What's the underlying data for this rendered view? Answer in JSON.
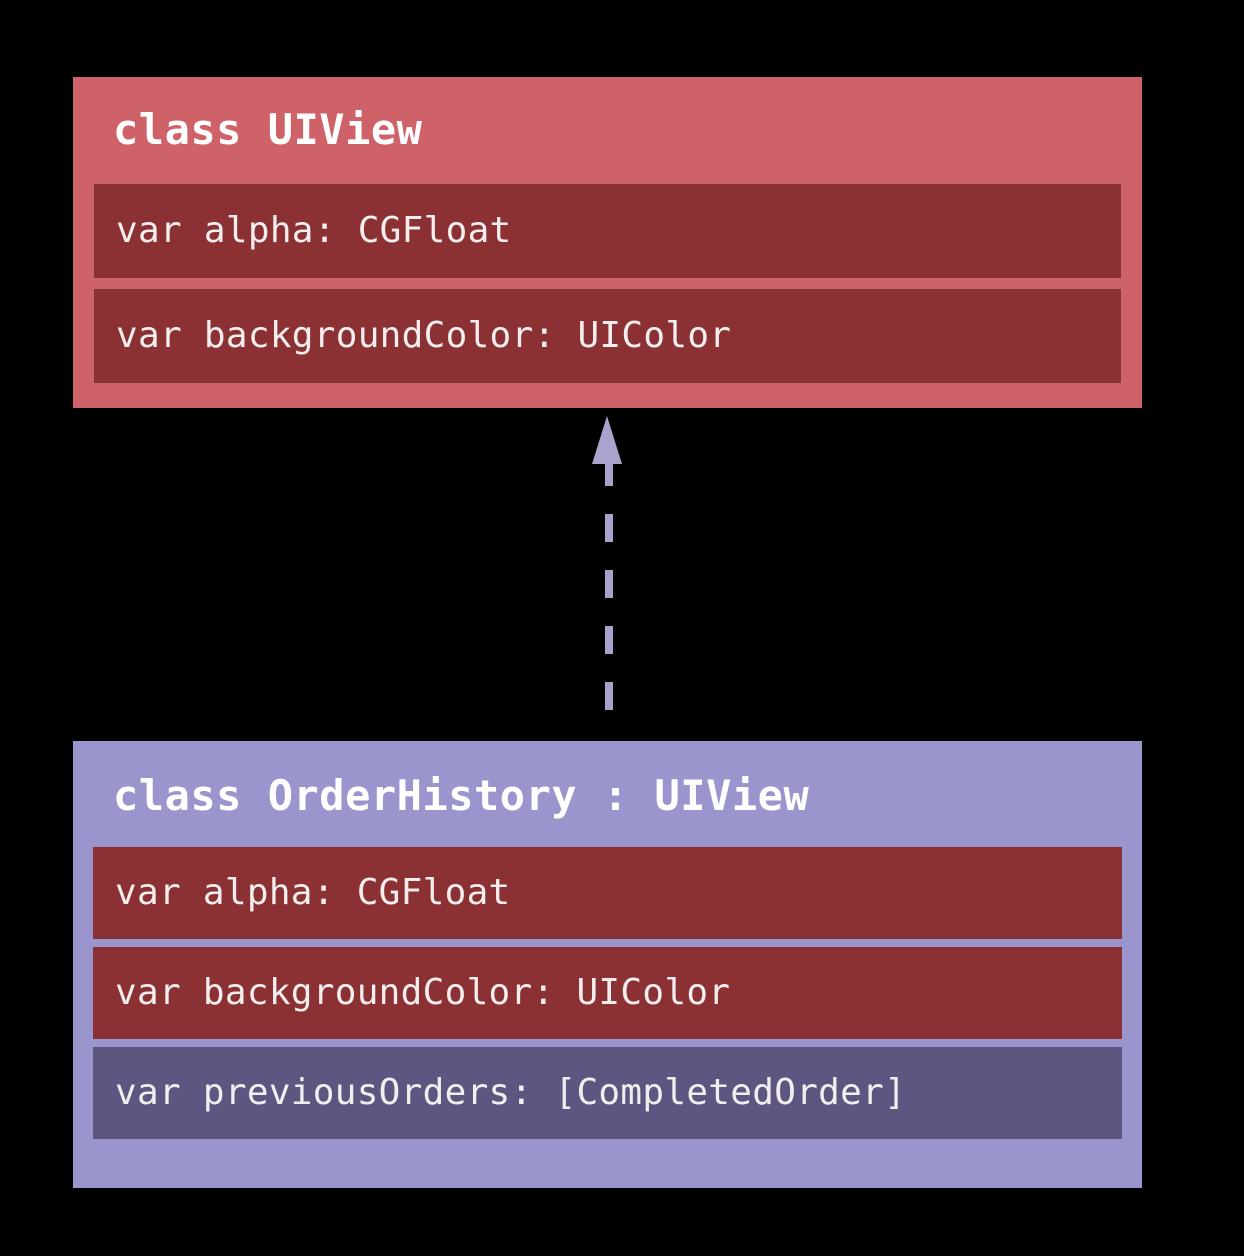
{
  "diagram": {
    "background_color": "#000000",
    "type": "uml-class-diagram",
    "relationship": {
      "name": "inheritance",
      "label": "",
      "style": "dashed",
      "direction": "subclass-to-superclass",
      "color": "#a9a4ce"
    }
  },
  "superclass": {
    "title": "class UIView",
    "header_color": "#cf6168",
    "member_color": "#8b3134",
    "members": [
      {
        "text": "var alpha: CGFloat",
        "kind": "inherited-source"
      },
      {
        "text": "var backgroundColor: UIColor",
        "kind": "inherited-source"
      }
    ]
  },
  "subclass": {
    "title": "class OrderHistory : UIView",
    "header_color": "#9b95ce",
    "inherited_member_color": "#8b3134",
    "own_member_color": "#5e5580",
    "members": [
      {
        "text": "var alpha: CGFloat",
        "kind": "inherited"
      },
      {
        "text": "var backgroundColor: UIColor",
        "kind": "inherited"
      },
      {
        "text": "var previousOrders: [CompletedOrder]",
        "kind": "own"
      }
    ]
  }
}
